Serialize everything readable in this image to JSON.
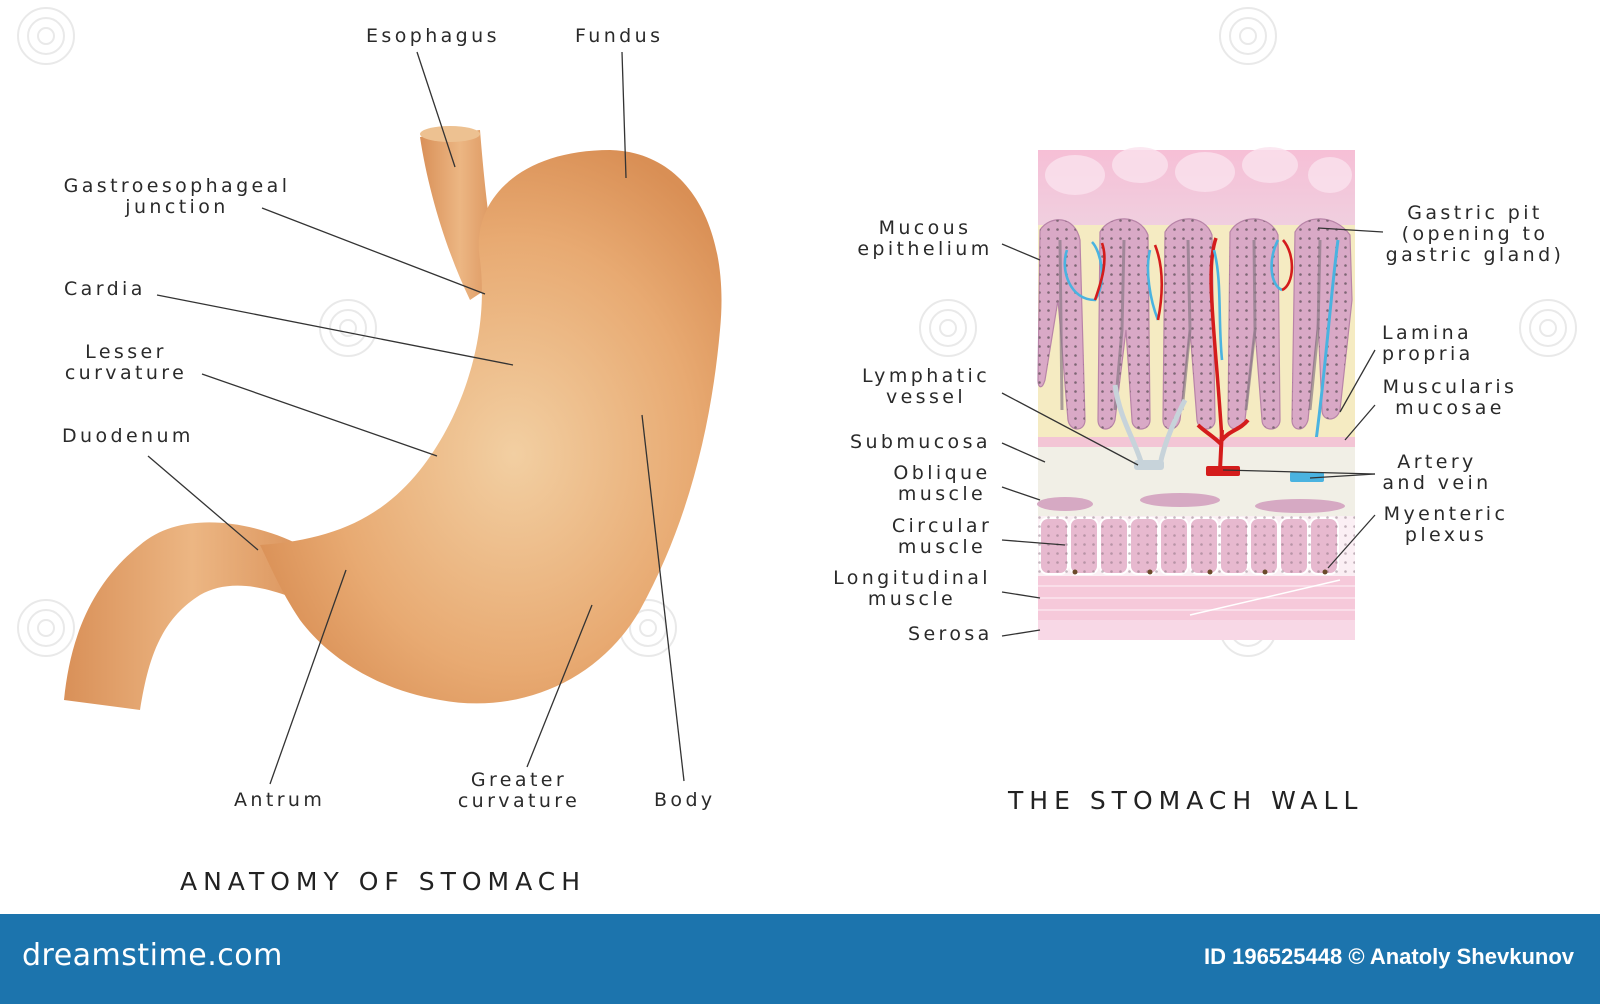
{
  "left_diagram": {
    "title": "ANATOMY OF STOMACH",
    "labels": {
      "esophagus": "Esophagus",
      "fundus": "Fundus",
      "gastroesophageal_1": "Gastroesophageal",
      "gastroesophageal_2": "junction",
      "cardia": "Cardia",
      "lesser_1": "Lesser",
      "lesser_2": "curvature",
      "duodenum": "Duodenum",
      "antrum": "Antrum",
      "greater_1": "Greater",
      "greater_2": "curvature",
      "body": "Body"
    },
    "colors": {
      "stomach": "#e6a46c",
      "stomach_light": "#f2c99b"
    }
  },
  "right_diagram": {
    "title": "THE STOMACH WALL",
    "labels": {
      "mucous_1": "Mucous",
      "mucous_2": "epithelium",
      "lymphatic_1": "Lymphatic",
      "lymphatic_2": "vessel",
      "submucosa": "Submucosa",
      "oblique_1": "Oblique",
      "oblique_2": "muscle",
      "circular_1": "Circular",
      "circular_2": "muscle",
      "longitudinal_1": "Longitudinal",
      "longitudinal_2": "muscle",
      "serosa": "Serosa",
      "gastric_pit_1": "Gastric pit",
      "gastric_pit_2": "(opening to",
      "gastric_pit_3": "gastric gland)",
      "lamina_1": "Lamina",
      "lamina_2": "propria",
      "muscularis_1": "Muscularis",
      "muscularis_2": "mucosae",
      "artery_1": "Artery",
      "artery_2": "and vein",
      "myenteric_1": "Myenteric",
      "myenteric_2": "plexus"
    },
    "colors": {
      "artery": "#d41c1c",
      "vein": "#4ab3e0",
      "mucosa": "#f2c6da",
      "lamina": "#f4ebc0"
    }
  },
  "footer": {
    "brand": "dreamstime.com",
    "credit": "ID 196525448 © Anatoly Shevkunov",
    "color": "#1c74ad"
  }
}
